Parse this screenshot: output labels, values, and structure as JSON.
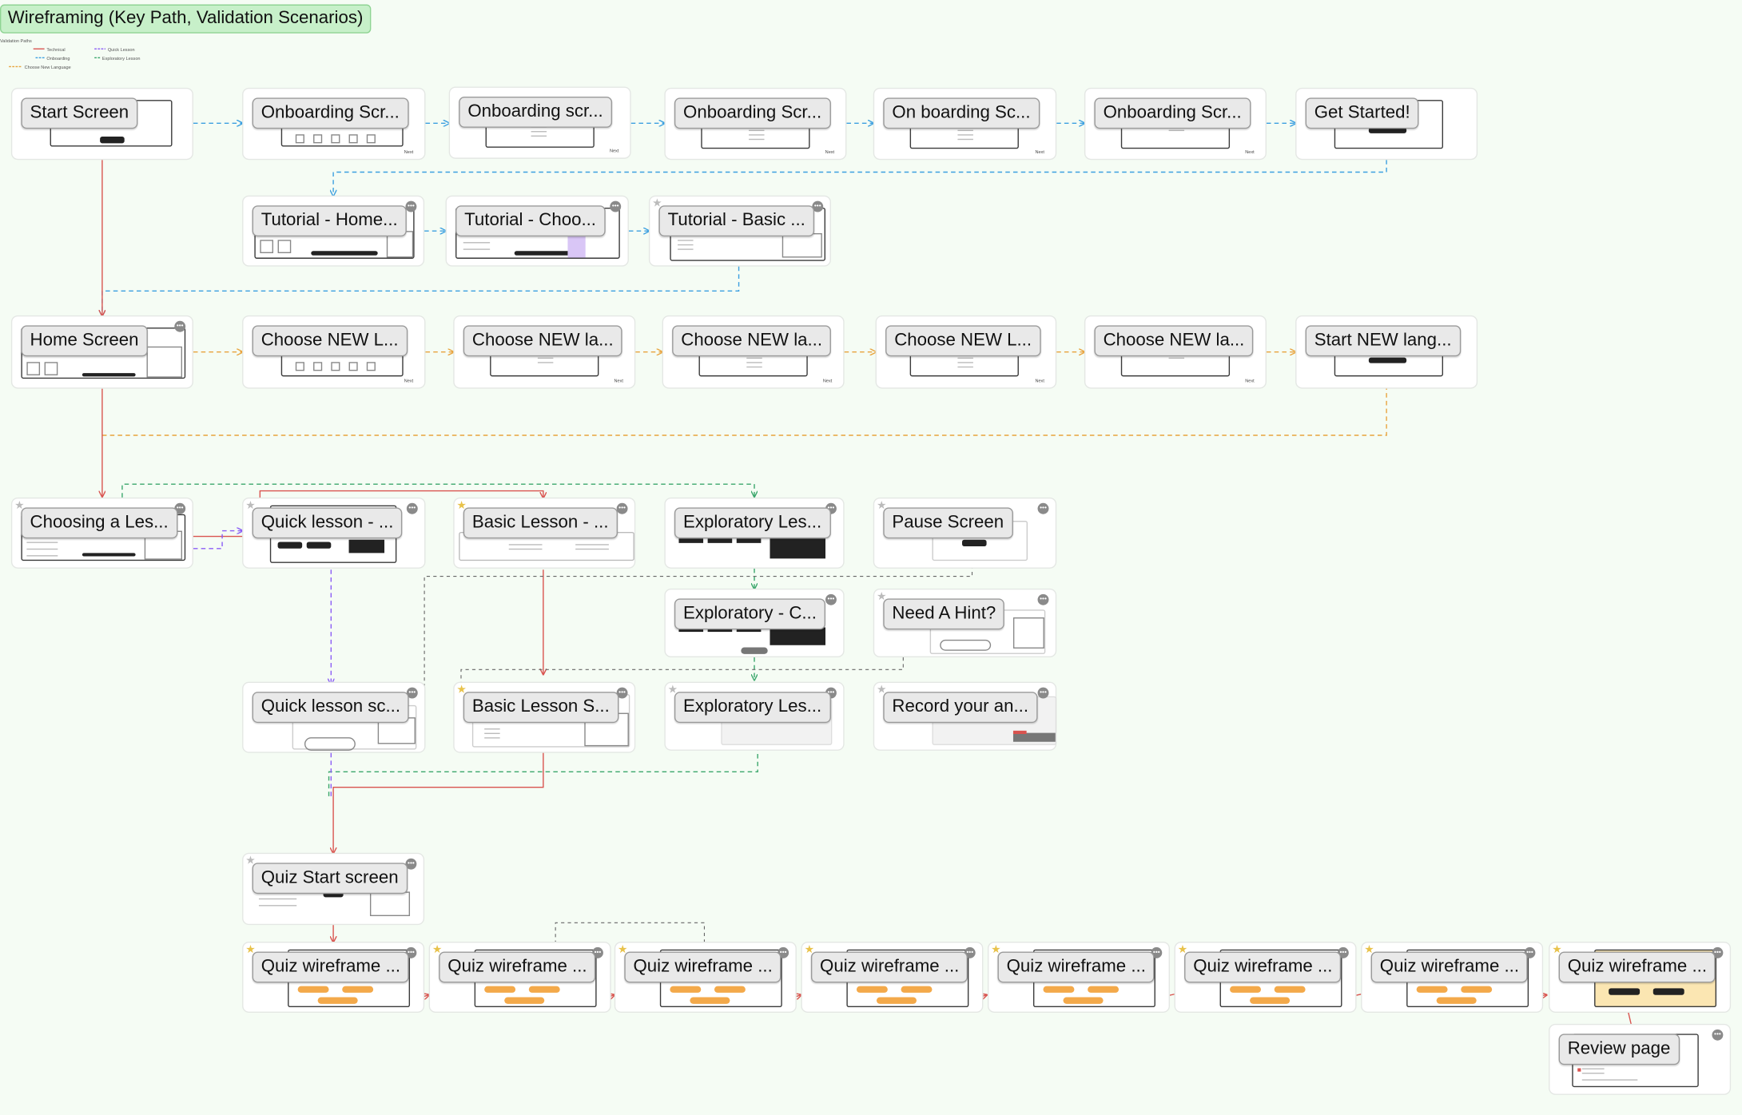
{
  "title": "Wireframing (Key Path, Validation Scenarios)",
  "legend": {
    "heading": "Validation Paths",
    "items": [
      {
        "label": "Technical",
        "color": "#d9534f"
      },
      {
        "label": "Quick Lesson",
        "color": "#8a5cf6"
      },
      {
        "label": "Onboarding",
        "color": "#3b9fe0"
      },
      {
        "label": "Exploratory Lesson",
        "color": "#3aa66b"
      },
      {
        "label": "Choose New Language",
        "color": "#e8a33d"
      }
    ]
  },
  "frames": {
    "start_screen": {
      "label": "Start Screen"
    },
    "onboarding_1": {
      "label": "Onboarding Scr...",
      "next": "Next"
    },
    "onboarding_2": {
      "label": "Onboarding scr...",
      "next": "Next"
    },
    "onboarding_3": {
      "label": "Onboarding Scr...",
      "next": "Next"
    },
    "onboarding_4": {
      "label": "On boarding Sc...",
      "next": "Next"
    },
    "onboarding_5": {
      "label": "Onboarding Scr...",
      "next": "Next"
    },
    "get_started": {
      "label": "Get Started!"
    },
    "tutorial_home": {
      "label": "Tutorial - Home..."
    },
    "tutorial_choose": {
      "label": "Tutorial - Choo..."
    },
    "tutorial_basic": {
      "label": "Tutorial - Basic ..."
    },
    "home_screen": {
      "label": "Home Screen"
    },
    "choose_new_1": {
      "label": "Choose NEW L...",
      "next": "Next"
    },
    "choose_new_2": {
      "label": "Choose NEW la...",
      "next": "Next"
    },
    "choose_new_3": {
      "label": "Choose NEW la...",
      "next": "Next"
    },
    "choose_new_4": {
      "label": "Choose NEW L...",
      "next": "Next"
    },
    "choose_new_5": {
      "label": "Choose NEW la...",
      "next": "Next"
    },
    "start_new_lang": {
      "label": "Start NEW lang..."
    },
    "choosing_lesson": {
      "label": "Choosing a Les..."
    },
    "quick_lesson": {
      "label": "Quick lesson - ..."
    },
    "basic_lesson": {
      "label": "Basic Lesson - ..."
    },
    "exploratory_lesson": {
      "label": "Exploratory Les..."
    },
    "pause_screen": {
      "label": "Pause Screen"
    },
    "exploratory_c": {
      "label": "Exploratory - C..."
    },
    "need_hint": {
      "label": "Need A Hint?"
    },
    "quick_lesson_sc": {
      "label": "Quick lesson sc..."
    },
    "basic_lesson_s": {
      "label": "Basic Lesson S..."
    },
    "exploratory_les_2": {
      "label": "Exploratory Les..."
    },
    "record_answer": {
      "label": "Record your an..."
    },
    "quiz_start": {
      "label": "Quiz Start screen"
    },
    "quiz_1": {
      "label": "Quiz wireframe ..."
    },
    "quiz_2": {
      "label": "Quiz wireframe ..."
    },
    "quiz_3": {
      "label": "Quiz wireframe ..."
    },
    "quiz_4": {
      "label": "Quiz wireframe ..."
    },
    "quiz_5": {
      "label": "Quiz wireframe ..."
    },
    "quiz_6": {
      "label": "Quiz wireframe ..."
    },
    "quiz_7": {
      "label": "Quiz wireframe ..."
    },
    "quiz_8": {
      "label": "Quiz wireframe ..."
    },
    "review_page": {
      "label": "Review page"
    }
  }
}
